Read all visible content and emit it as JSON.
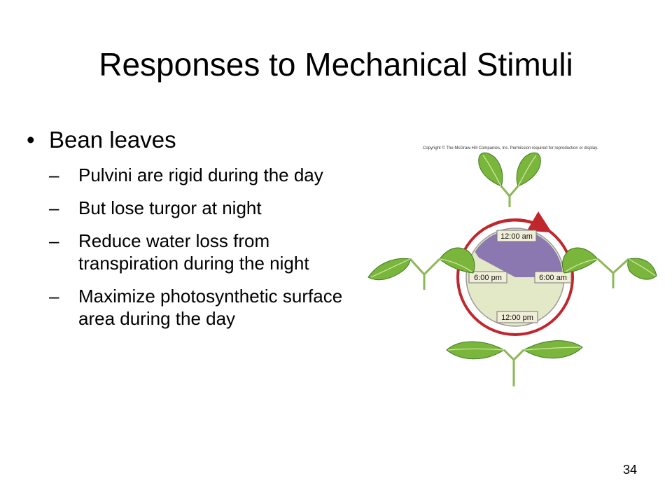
{
  "slide": {
    "title": "Responses to Mechanical Stimuli",
    "bullet": {
      "text": "Bean leaves",
      "glyph": "•"
    },
    "dash_glyph": "–",
    "subpoints": [
      "Pulvini are rigid during the day",
      "But lose turgor at night",
      "Reduce water loss from transpiration during the night",
      "Maximize photosynthetic surface area during the day"
    ],
    "slide_number": "34"
  },
  "figure": {
    "copyright": "Copyright © The McGraw-Hill Companies, Inc. Permission required for reproduction or display.",
    "clock_labels": {
      "top": "12:00 am",
      "left": "6:00 pm",
      "right": "6:00 am",
      "bottom": "12:00 pm"
    },
    "colors": {
      "night": "#8b78b0",
      "day": "#e3e8c6",
      "ring": "#c0272d",
      "leaf": "#7ab53c",
      "leaf_dark": "#3e7a20",
      "stem": "#8cb855"
    }
  }
}
